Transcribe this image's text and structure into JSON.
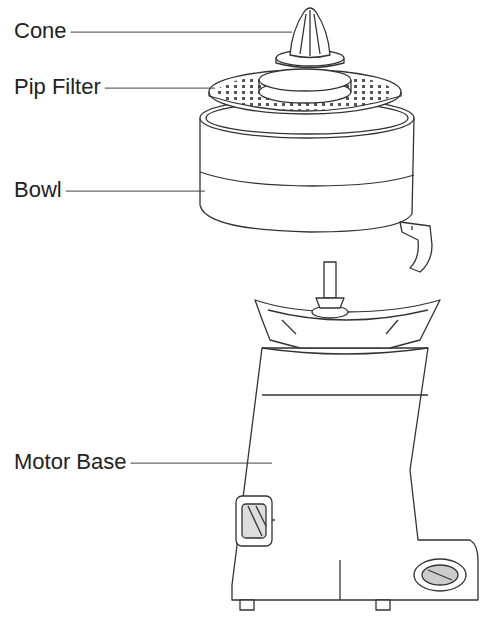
{
  "diagram": {
    "labels": [
      "Cone",
      "Pip Filter",
      "Bowl",
      "Motor Base"
    ]
  }
}
